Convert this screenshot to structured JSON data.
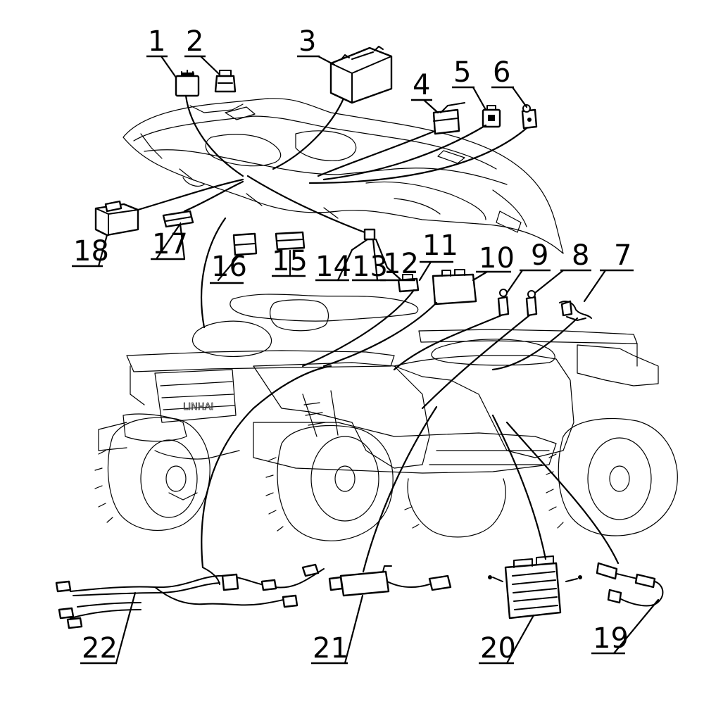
{
  "callouts": [
    {
      "id": "1",
      "label": "1"
    },
    {
      "id": "2",
      "label": "2"
    },
    {
      "id": "3",
      "label": "3"
    },
    {
      "id": "4",
      "label": "4"
    },
    {
      "id": "5",
      "label": "5"
    },
    {
      "id": "6",
      "label": "6"
    },
    {
      "id": "7",
      "label": "7"
    },
    {
      "id": "8",
      "label": "8"
    },
    {
      "id": "9",
      "label": "9"
    },
    {
      "id": "10",
      "label": "10"
    },
    {
      "id": "11",
      "label": "11"
    },
    {
      "id": "12",
      "label": "12"
    },
    {
      "id": "13",
      "label": "13"
    },
    {
      "id": "14",
      "label": "14"
    },
    {
      "id": "15",
      "label": "15"
    },
    {
      "id": "16",
      "label": "16"
    },
    {
      "id": "17",
      "label": "17"
    },
    {
      "id": "18",
      "label": "18"
    },
    {
      "id": "19",
      "label": "19"
    },
    {
      "id": "20",
      "label": "20"
    },
    {
      "id": "21",
      "label": "21"
    },
    {
      "id": "22",
      "label": "22"
    }
  ],
  "grille_text": "LINHAI",
  "colors": {
    "ink": "#000000",
    "faint": "#333333",
    "paper": "#ffffff"
  }
}
